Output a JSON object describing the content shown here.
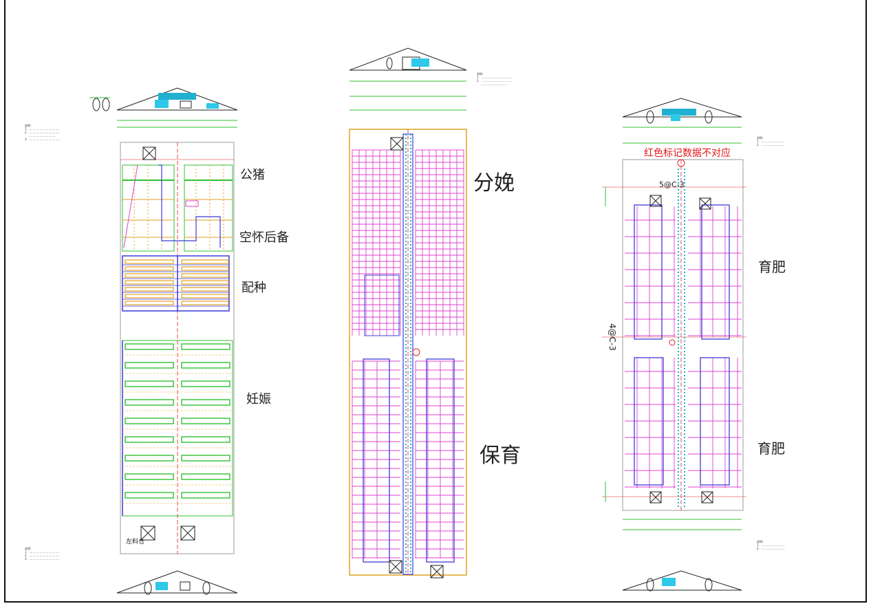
{
  "labels": {
    "boar": "公猪",
    "gilt": "空怀后备",
    "breeding": "配种",
    "gestation": "妊娠",
    "farrowing": "分娩",
    "nursery": "保育",
    "finishing_top": "育肥",
    "finishing_bottom": "育肥",
    "left_silo": "左料仓",
    "warning": "红色标记数据不对应",
    "row_code_top": "5@C-3",
    "row_code_side": "4@C-3"
  },
  "colors": {
    "pen_pink": "#e040d0",
    "pen_blue": "#3b3bd8",
    "green_line": "#30c030",
    "red_axis": "#e02020",
    "feed_line": "#e0a020",
    "cyan": "#20b0d0",
    "warn_red": "#e01818"
  }
}
